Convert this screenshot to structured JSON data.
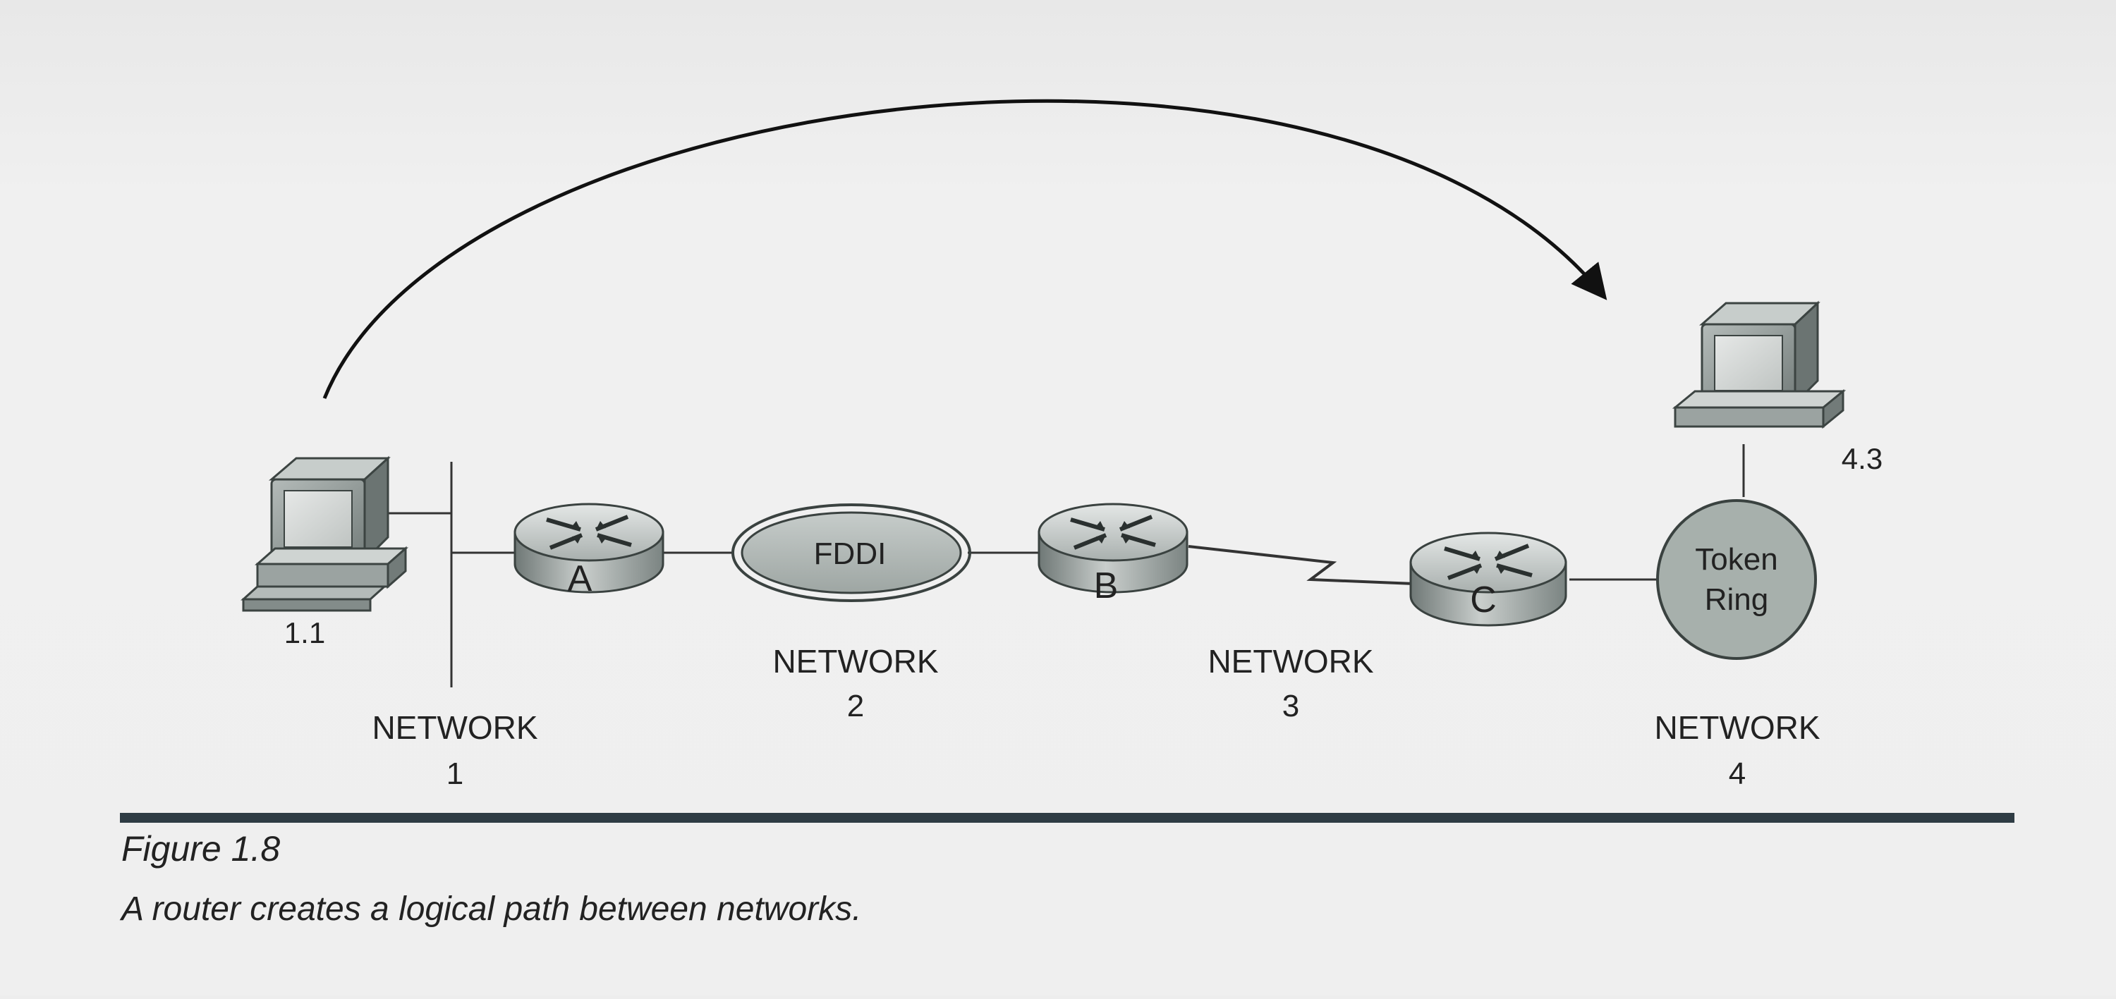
{
  "diagram": {
    "hosts": {
      "source": "1.1",
      "destination": "4.3"
    },
    "routers": [
      "A",
      "B",
      "C"
    ],
    "media": {
      "fddi": "FDDI",
      "token_ring_line1": "Token",
      "token_ring_line2": "Ring"
    },
    "networks": [
      {
        "label": "NETWORK",
        "number": "1"
      },
      {
        "label": "NETWORK",
        "number": "2"
      },
      {
        "label": "NETWORK",
        "number": "3"
      },
      {
        "label": "NETWORK",
        "number": "4"
      }
    ]
  },
  "caption": {
    "figure_number": "Figure 1.8",
    "text": "A router creates a logical path between networks."
  },
  "colors": {
    "device_grey": "#8f9795",
    "token_ring_fill": "#a7b0ac",
    "rule": "#2f3c44"
  }
}
